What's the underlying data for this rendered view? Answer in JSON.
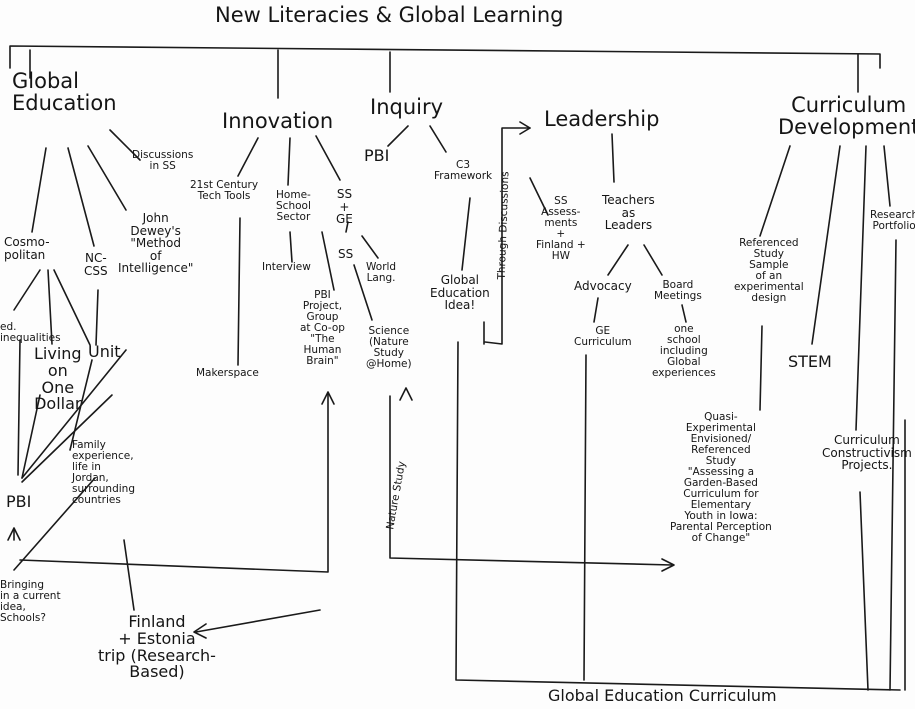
{
  "title": "New Literacies & Global Learning",
  "branches": {
    "global_education": {
      "label": "Global\nEducation",
      "cosmopolitan": "Cosmo-\npolitan",
      "nc_css": "NC-\nCSS",
      "john_dewey": "John\nDewey's\n\"Method\nof\nIntelligence\"",
      "discussions": "Discussions\nin SS",
      "ed_inequalities": "ed.\ninequalities",
      "living_on_one_dollar": "Living\non\nOne\nDollar",
      "unit": "Unit",
      "family_experience": "Family\nexperience,\nlife in\nJordan,\nsurrounding\ncountries",
      "pbi": "PBI",
      "bringing_idea": "Bringing\nin a current\nidea,\nSchools?",
      "finland_trip": "Finland\n+ Estonia\ntrip (Research-\nBased)"
    },
    "innovation": {
      "label": "Innovation",
      "tech_tools": "21st Century\nTech Tools",
      "home_school": "Home-\nSchool\nSector",
      "ss_ge": "SS\n+\nGE",
      "ss": "SS",
      "world_lang": "World\nLang.",
      "interview": "Interview",
      "pbi_project": "PBI\nProject,\nGroup\nat Co-op\n\"The\nHuman\nBrain\"",
      "makerspace": "Makerspace",
      "science": "Science\n(Nature\nStudy\n@Home)",
      "nature_study": "Nature Study"
    },
    "inquiry": {
      "label": "Inquiry",
      "pbi": "PBI",
      "c3": "C3\nFramework",
      "global_ed_idea": "Global\nEducation\nIdea!",
      "through_discussions": "Through Discussions",
      "ss_assessments": "SS\nAssess-\nments\n+\nFinland +\nHW"
    },
    "leadership": {
      "label": "Leadership",
      "teachers": "Teachers\nas\nLeaders",
      "advocacy": "Advocacy",
      "board": "Board\nMeetings",
      "ge_curriculum": "GE\nCurriculum",
      "one_school": "one\nschool\nincluding\nGlobal\nexperiences"
    },
    "curriculum": {
      "label": "Curriculum\nDevelopment",
      "referenced_study": "Referenced\nStudy\nSample\nof an\nexperimental\ndesign",
      "stem": "STEM",
      "research_portfolio": "Research\nPortfolio",
      "quasi": "Quasi-\nExperimental\nEnvisioned/\nReferenced\nStudy\n\"Assessing a\nGarden-Based\nCurriculum for\nElementary\nYouth in Iowa:\nParental Perception\nof Change\"",
      "constructivism": "Curriculum\nConstructivism\nProjects."
    }
  },
  "footer": "Global Education Curriculum"
}
